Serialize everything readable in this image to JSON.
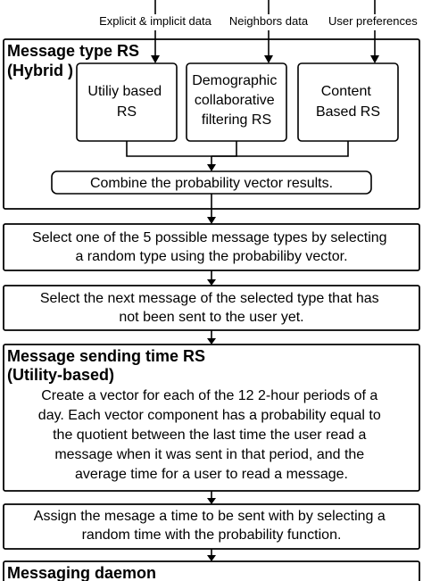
{
  "inputs": {
    "explicit_implicit": "Explicit & implicit data",
    "neighbors": "Neighbors data",
    "user_preferences": "User preferences"
  },
  "message_type_rs": {
    "title": "Message type  RS",
    "subtitle": "(Hybrid )",
    "utility": [
      "Utiliy based",
      "RS"
    ],
    "demographic": [
      "Demographic",
      "collaborative",
      "filtering RS"
    ],
    "content": [
      "Content",
      "Based RS"
    ],
    "combine": "Combine the probability vector results."
  },
  "step_select_type": [
    "Select one of the 5 possible message types by selecting",
    "a random type using the probabiliby vector."
  ],
  "step_select_message": [
    "Select the next message of the selected type that has",
    "not been sent to the user yet."
  ],
  "message_sending_time_rs": {
    "title": "Message sending time RS",
    "subtitle": "(Utility-based)",
    "body": [
      "Create a vector for each of the 12 2-hour periods of a",
      "day. Each vector component has a probability equal to",
      "the quotient between the last time the user read a",
      "message when it was sent in that period, and the",
      "average time for a user to read a message."
    ]
  },
  "step_assign_time": [
    "Assign the mesage a time to be sent with by selecting a",
    "random time with the probability function."
  ],
  "messaging_daemon": {
    "title": "Messaging daemon"
  }
}
